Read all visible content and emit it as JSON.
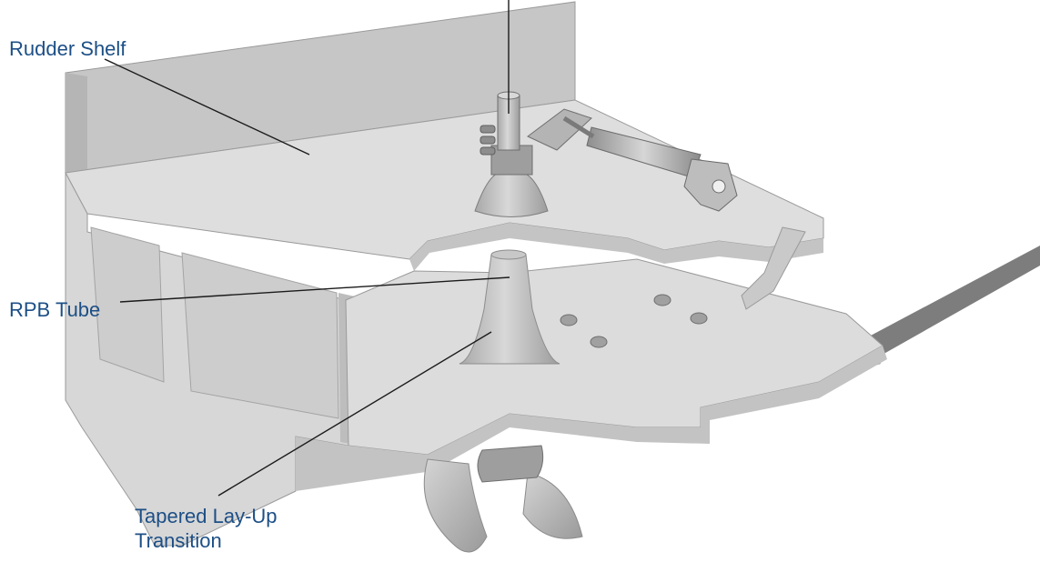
{
  "labels": {
    "rudder_shelf": "Rudder Shelf",
    "rpb_tube": "RPB Tube",
    "tapered_line1": "Tapered Lay-Up",
    "tapered_line2": "Transition"
  },
  "colors": {
    "label_text": "#1d4f86",
    "leader_line": "#1b1b1b",
    "hull_light": "#e4e4e4",
    "hull_mid": "#cfcfcf",
    "hull_dark": "#a9a9a9",
    "hull_edge": "#8f8f8f",
    "metal": "#bcbcbc",
    "shaft": "#7d7d7d"
  }
}
